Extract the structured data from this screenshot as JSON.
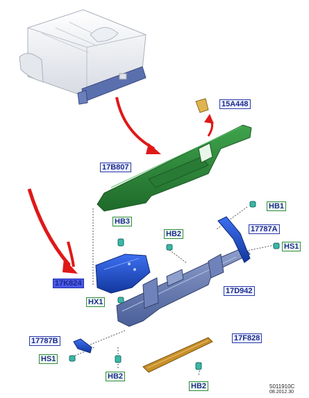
{
  "labels": {
    "p15a448": "15A448",
    "p17b807": "17B807",
    "hb1": "HB1",
    "p17787a": "17787A",
    "hs1_right": "HS1",
    "hb3": "HB3",
    "hb2_top": "HB2",
    "p17k824": "17K824",
    "p17d942": "17D942",
    "hx1": "HX1",
    "p17787b": "17787B",
    "p17f828": "17F828",
    "hs1_left": "HS1",
    "hb2_bottom_left": "HB2",
    "hb2_bottom_right": "HB2"
  },
  "diagram_code": "5011910C",
  "diagram_date": "08.2012.30",
  "colors": {
    "label_blue": "#2a3aa8",
    "label_green": "#2e8b3a",
    "highlight": "#4a58e8",
    "bumper_green": "#2f8a3a",
    "frame_blue": "#5a6fae",
    "step_blue": "#1f4fd0",
    "insert_orange": "#c8902a",
    "fastener_teal": "#3ab7a6",
    "arrow_red": "#e01818"
  }
}
